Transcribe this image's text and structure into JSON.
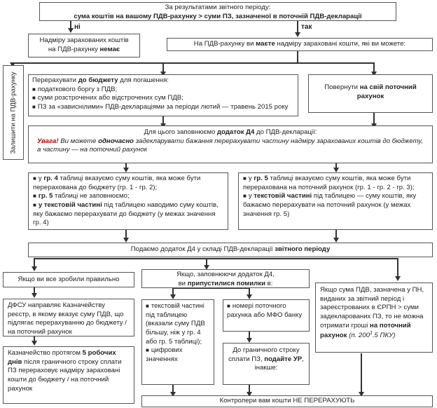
{
  "top": {
    "line1": "За результатами звітного періоду:",
    "line2": "сума коштів на вашому ПДВ-рахунку > суми ПЗ, зазначеної в поточній ПДВ-декларації"
  },
  "branch": {
    "no": "ні",
    "yes": "так"
  },
  "no_overpay": {
    "l1": "Надміру зарахованих коштів",
    "l2a": "на ПДВ-рахунку ",
    "l2b": "немає"
  },
  "have_overpay": {
    "a": "На ПДВ-рахунку ви ",
    "b": "маєте",
    "c": " надміру зараховані кошти, які ви можете:"
  },
  "leave": "Залишити на ПДВ-рахунку",
  "transfer": {
    "title_a": "Перерахувати ",
    "title_b": "до бюджету",
    "title_c": " для погашення:",
    "items": [
      "податкового боргу з ПДВ;",
      "суми розстрочених або відстрочених сум ПДВ;",
      "ПЗ за «зависнілими» ПДВ-деклараціями за періоди лютий — травень 2015 року"
    ]
  },
  "return": {
    "a": "Повернути ",
    "b": "на свій поточний рахунок"
  },
  "d4": {
    "line1a": "Для цього заповнюємо ",
    "line1b": "додаток Д4",
    "line1c": " до ПДВ-декларації:",
    "warn": "Увага!",
    "t1": " Ви можете ",
    "t2": "одночасно",
    "t3": " задекларувати бажання перерахувати частину надміру зарахованих коштів до бюджету, а частину — на поточний рахунок"
  },
  "left_instr": {
    "i1a": "у ",
    "i1b": "гр. 4",
    "i1c": " таблиці вказуємо суму коштів, яка може бути перерахована до бюджету (гр. 1 - гр. 2);",
    "i2a": "гр. 5",
    "i2b": " таблиці  не заповнюємо;",
    "i3a": "у текстовій частині",
    "i3b": " під таблицею наводимо суму коштів, яку бажаємо перерахувати до бюджету (у межах значення гр. 4)"
  },
  "right_instr": {
    "i1a": "у ",
    "i1b": "гр. 5",
    "i1c": " таблиці вказуємо суму коштів, яка може бути перерахована на поточний рахунок (гр. 1 - гр. 2 - гр. 3);",
    "i2a": "у ",
    "i2b": "текстовій частині",
    "i2c": " під таблицею — суму коштів, яку бажаємо перерахувати на поточний рахунок (у межах значення гр. 5)"
  },
  "submit": {
    "a": "Подаємо додаток Д4 у складі ПДВ-декларації ",
    "b": "звітного періоду"
  },
  "correct": "Якщо ви все зробили правильно",
  "mistake": {
    "a": "Якщо, заповнюючи додаток Д4,",
    "b": "ви ",
    "c": "припустилися помилки",
    "d": " в:"
  },
  "sum_case": {
    "a": "Якщо сума ПДВ, зазначена у ПН, виданих за звітний період і зареєстрованих в ЄРПН > суми задекларованих ПЗ, то не можна отримати гроші ",
    "b": "на поточний рахунок",
    "c": " (п. 200",
    "sup": "1",
    "d": ".5 ПКУ)"
  },
  "dfsu": "ДФСУ направляє Казначейству реєстр, в якому вказує суму ПДВ, що підлягає перерахуванню до бюджету / на поточний рахунок",
  "treasury": {
    "a": "Казначейство протягом ",
    "b": "5 робочих днів",
    "c": " після граничного строку сплати ПЗ перераховує надміру зараховані кошти до бюджету / на поточний рахунок"
  },
  "err_text": {
    "items": [
      "текстовій частині під таблицею (вказали суму ПДВ більшу, ніж у гр. 4 або гр. 5 таблиці);",
      "цифрових значеннях"
    ]
  },
  "err_bank": {
    "item": "номері поточного рахунка або МФО банку"
  },
  "deadline": {
    "a": "До граничного строку сплати ПЗ, ",
    "b": "подайте УР",
    "c": ", інакше:"
  },
  "controllers": "Контролери вам кошти НЕ ПЕРЕРАХУЮТЬ"
}
